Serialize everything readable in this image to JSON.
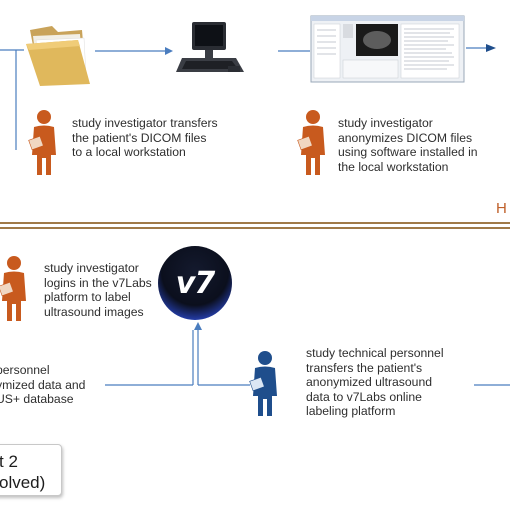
{
  "top_section": {
    "step_transfer": "study investigator transfers\nthe patient's DICOM files\nto a local workstation",
    "step_anonymize": "study investigator\nanonymizes DICOM files\nusing software installed in\nthe local workstation"
  },
  "side_label": "H",
  "bottom_section": {
    "step_label": "study investigator\nlogins in the v7Labs\nplatform to label\nultrasound images",
    "step_upload": "study technical personnel\ntransfers the patient's\nanonymized ultrasound\ndata to v7Labs online\nlabeling platform",
    "step_store": " personnel\nymized data and\nUS+ database"
  },
  "logo_text": "v7",
  "part_box": "t 2\nolved)",
  "colors": {
    "investigator": "#c85a1e",
    "technical": "#1f4e8c",
    "arrow": "#4a7dbf",
    "divider": "#a07a48"
  },
  "icons": [
    "folder-icon",
    "workstation-icon",
    "software-screenshot-icon",
    "investigator-person-icon",
    "technical-person-icon",
    "v7labs-logo-icon"
  ]
}
